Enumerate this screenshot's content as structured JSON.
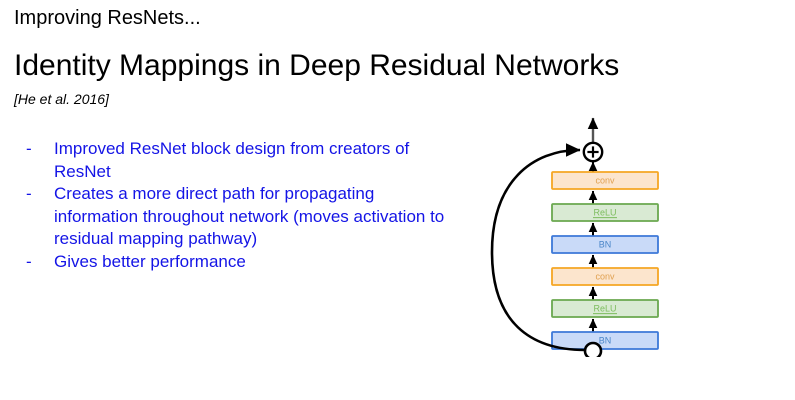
{
  "slide": {
    "header": "Improving ResNets...",
    "title": "Identity Mappings in Deep Residual Networks",
    "citation": "[He et al. 2016]",
    "bullets": [
      {
        "marker": "-",
        "text": "Improved ResNet block design from creators of ResNet"
      },
      {
        "marker": "-",
        "text": "Creates a more direct path for propagating information throughout network (moves activation to residual mapping pathway)"
      },
      {
        "marker": "-",
        "text": "Gives better performance"
      }
    ]
  },
  "diagram": {
    "name": "residual-block-identity-mapping",
    "add_node_symbol": "+",
    "blocks": [
      {
        "label": "conv",
        "kind": "conv"
      },
      {
        "label": "ReLU",
        "kind": "relu"
      },
      {
        "label": "BN",
        "kind": "bn"
      },
      {
        "label": "conv",
        "kind": "conv"
      },
      {
        "label": "ReLU",
        "kind": "relu"
      },
      {
        "label": "BN",
        "kind": "bn"
      }
    ]
  },
  "colors": {
    "bullet_text": "#1414e6",
    "heading_text": "#000000",
    "conv_fill": "#fce5cd",
    "conv_stroke": "#f5a623",
    "relu_fill": "#d9ead3",
    "relu_stroke": "#6aa84f",
    "bn_fill": "#c9daf8",
    "bn_stroke": "#3c78d8",
    "arrow": "#000000",
    "skip_path": "#000000",
    "label_conv": "#e0a050",
    "label_relu": "#7dbd5e",
    "label_bn": "#4a86c8"
  }
}
